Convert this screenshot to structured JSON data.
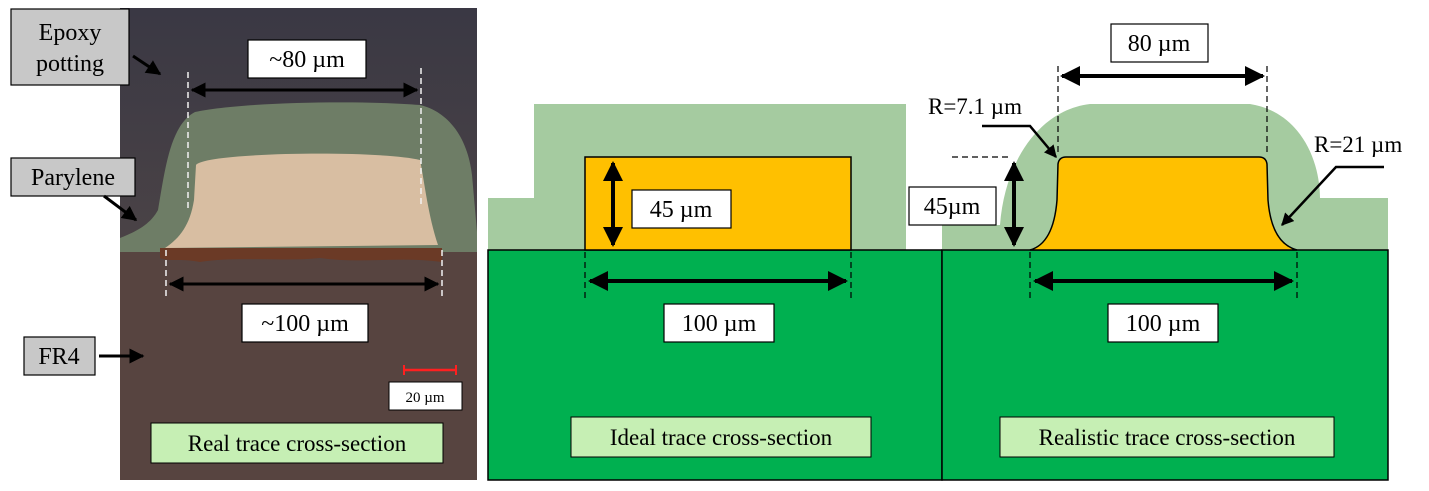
{
  "photo": {
    "epoxy_label": [
      "Epoxy",
      "potting"
    ],
    "parylene_label": "Parylene",
    "fr4_label": "FR4",
    "top_width": "~80 µm",
    "bottom_width": "~100 µm",
    "scale_bar": "20 µm",
    "caption": "Real trace cross-section"
  },
  "ideal": {
    "height": "45 µm",
    "width": "100 µm",
    "caption": "Ideal trace cross-section"
  },
  "realistic": {
    "top_width": "80 µm",
    "radius_top": "R=7.1 µm",
    "radius_bottom": "R=21 µm",
    "height": "45µm",
    "width": "100 µm",
    "caption": "Realistic trace cross-section"
  },
  "colors": {
    "substrate": "#00b050",
    "coating": "#a5cba0",
    "copper": "#ffc000",
    "caption_bg": "#c6efb4",
    "label_bg": "#c8c8c8"
  }
}
